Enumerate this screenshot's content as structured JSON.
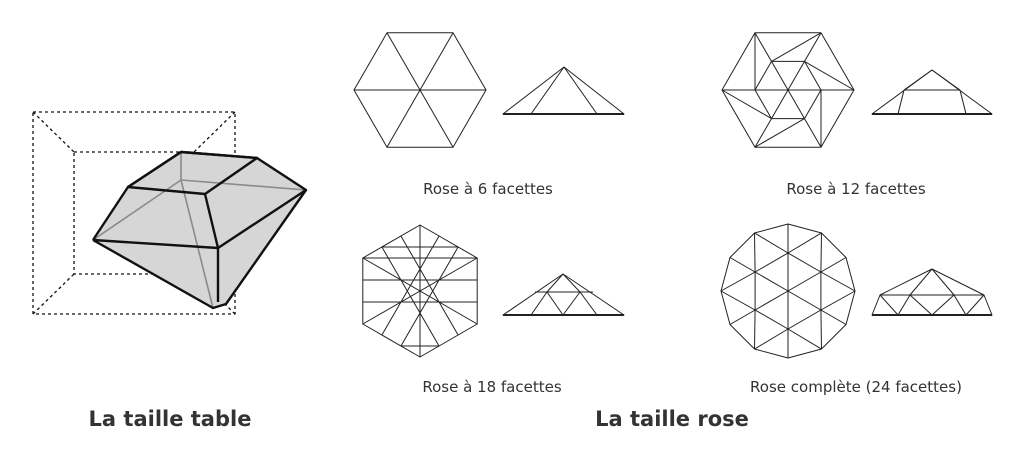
{
  "table_cut": {
    "title": "La taille table"
  },
  "rose_cut": {
    "title": "La taille rose",
    "variants": [
      {
        "caption": "Rose à 6 facettes"
      },
      {
        "caption": "Rose à 12 facettes"
      },
      {
        "caption": "Rose à 18 facettes"
      },
      {
        "caption": "Rose complète (24 facettes)"
      }
    ]
  },
  "colors": {
    "crystal_fill": "#d6d6d6",
    "line": "#222222",
    "text": "#333333"
  }
}
